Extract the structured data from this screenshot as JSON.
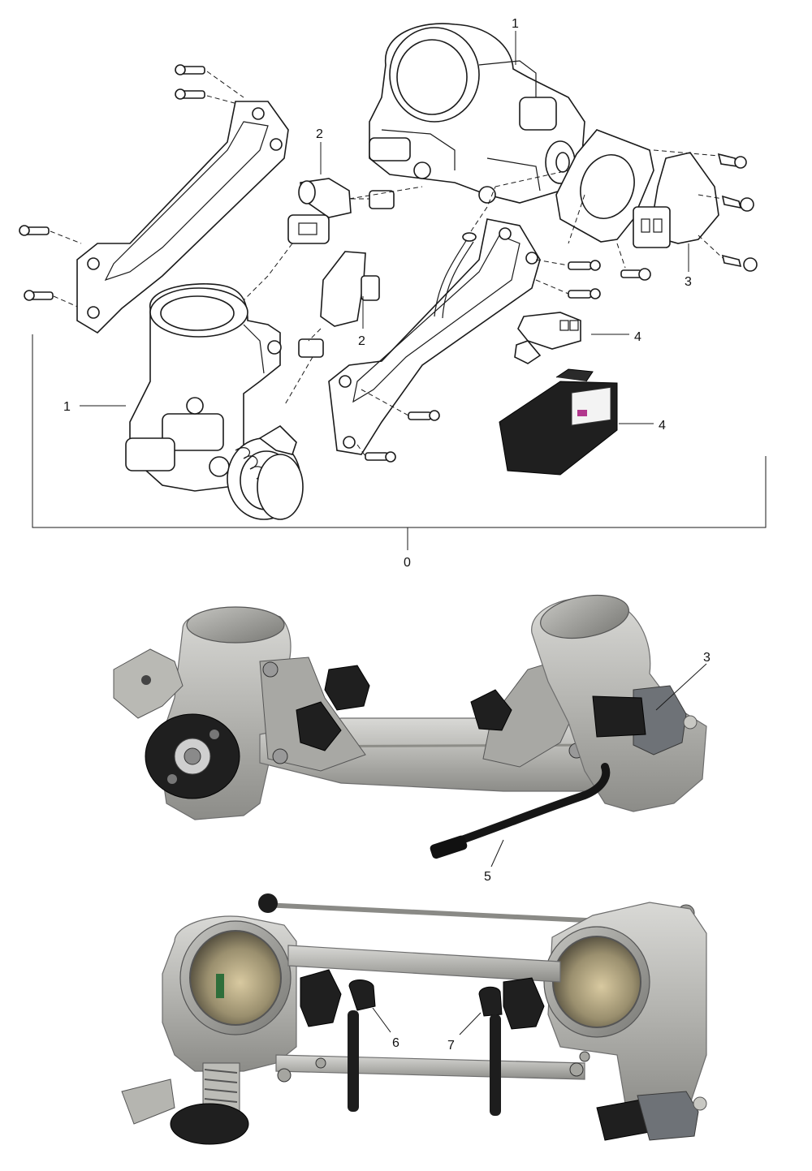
{
  "diagram": {
    "callouts": {
      "c0": "0",
      "c1a": "1",
      "c1b": "1",
      "c2a": "2",
      "c2b": "2",
      "c3a": "3",
      "c3b": "3",
      "c4a": "4",
      "c4b": "4",
      "c5": "5",
      "c6": "6",
      "c7": "7"
    }
  }
}
